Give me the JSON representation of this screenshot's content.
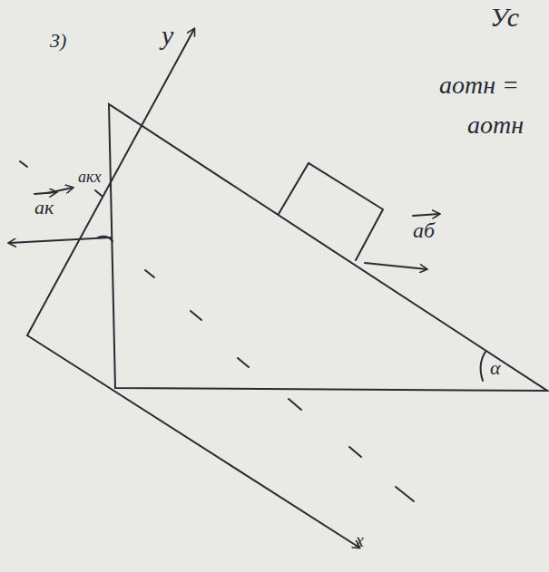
{
  "diagram": {
    "labels": [
      "3)",
      "y",
      "aкx",
      "aк",
      "aб",
      "α",
      "x",
      "Ус",
      "aотн =",
      "aотн"
    ]
  }
}
